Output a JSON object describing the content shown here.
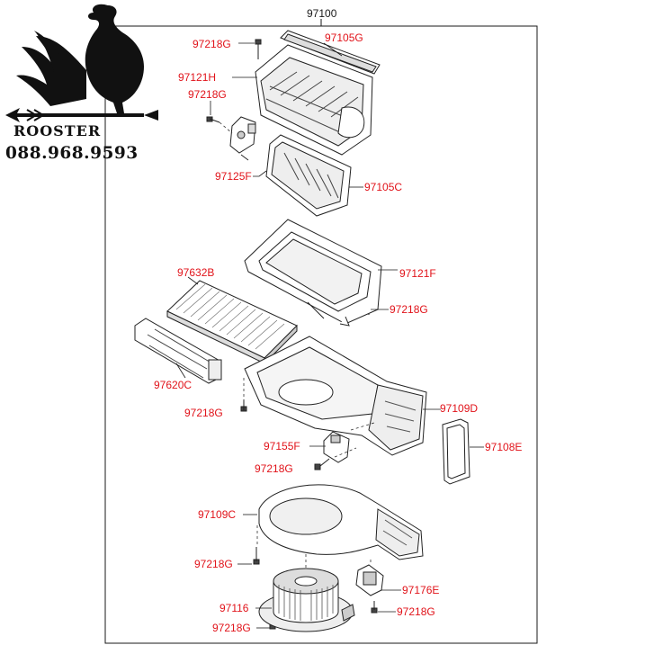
{
  "diagram": {
    "assembly_number": "97100",
    "labels": {
      "l_97218G_1": "97218G",
      "l_97105G": "97105G",
      "l_97121H": "97121H",
      "l_97218G_2": "97218G",
      "l_97125F": "97125F",
      "l_97105C": "97105C",
      "l_97121F": "97121F",
      "l_97632B": "97632B",
      "l_97218G_3": "97218G",
      "l_97620C": "97620C",
      "l_97109D": "97109D",
      "l_97218G_4": "97218G",
      "l_97155F": "97155F",
      "l_97108E": "97108E",
      "l_97218G_5": "97218G",
      "l_97109C": "97109C",
      "l_97218G_6": "97218G",
      "l_97176E": "97176E",
      "l_97116": "97116",
      "l_97218G_7": "97218G",
      "l_97218G_8": "97218G"
    },
    "label_color": "#e1131a",
    "line_color": "#1a1a1a"
  },
  "brand": {
    "name": "ROOSTER",
    "phone": "088.968.9593",
    "logo_icon": "rooster-weathervane-icon"
  }
}
